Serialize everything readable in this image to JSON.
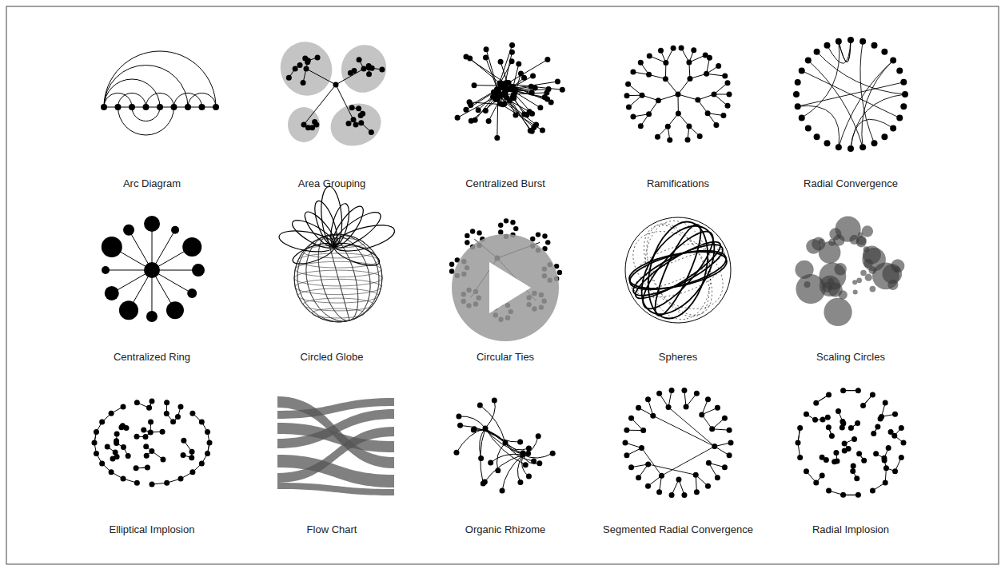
{
  "diagram": {
    "labels": [
      "Arc Diagram",
      "Area Grouping",
      "Centralized Burst",
      "Ramifications",
      "Radial Convergence",
      "Centralized Ring",
      "Circled Globe",
      "Circular Ties",
      "Spheres",
      "Scaling Circles",
      "Elliptical Implosion",
      "Flow Chart",
      "Organic Rhizome",
      "Segmented Radial Convergence",
      "Radial Implosion"
    ]
  }
}
